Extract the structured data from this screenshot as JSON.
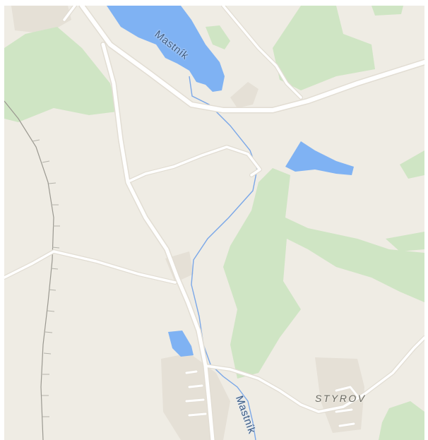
{
  "map": {
    "labels": {
      "lake_mastnik": "Mastník",
      "stream_mastnik": "Mastník",
      "village_styrov": "STYROV"
    },
    "colors": {
      "land": "#efece4",
      "forest": "#cfe5c4",
      "water": "#7fb2f3",
      "road": "#ffffff",
      "road_casing": "#e2ddd3",
      "railway": "#9a9890",
      "built_up": "#e5e0d6",
      "stream": "#7aa7e8"
    }
  }
}
